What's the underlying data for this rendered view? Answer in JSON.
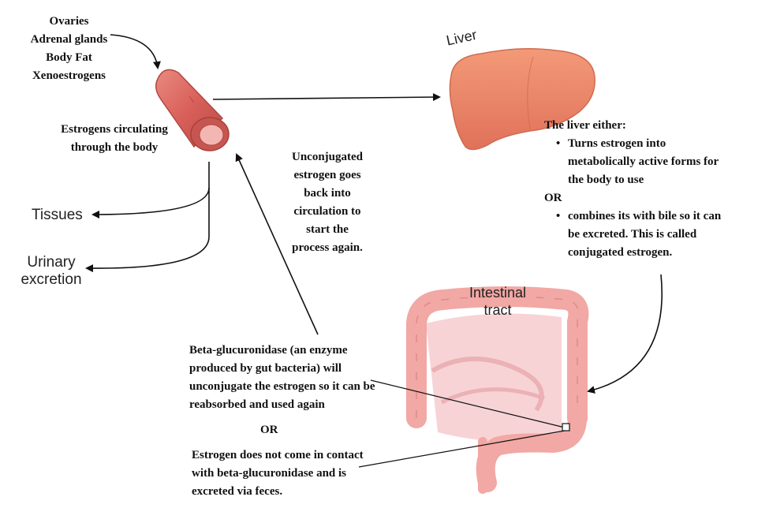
{
  "sources": [
    "Ovaries",
    "Adrenal glands",
    "Body Fat",
    "Xenoestrogens"
  ],
  "circulating_label": [
    "Estrogens circulating",
    "through the body"
  ],
  "tissues_label": "Tissues",
  "urinary_label": [
    "Urinary",
    "excretion"
  ],
  "liver_label": "Liver",
  "liver_info": {
    "heading": "The liver either:",
    "option1": [
      "Turns estrogen into",
      "metabolically active forms for",
      "the body to use"
    ],
    "or": "OR",
    "option2": [
      "combines its with bile so it can",
      "be excreted. This is called",
      "conjugated estrogen."
    ]
  },
  "unconjugated_label": [
    "Unconjugated",
    "estrogen goes",
    "back into",
    "circulation to",
    "start the",
    "process again."
  ],
  "intestinal_label": [
    "Intestinal",
    "tract"
  ],
  "beta_label": [
    "Beta-glucuronidase (an enzyme",
    "produced by gut bacteria) will",
    "unconjugate the estrogen so it can be",
    "reabsorbed and used again"
  ],
  "or_label": "OR",
  "feces_label": [
    "Estrogen does not come in contact",
    "with beta-glucuronidase and is",
    "excreted via feces."
  ],
  "colors": {
    "vessel": "#d9605a",
    "vessel_dark": "#a8403c",
    "liver": "#ec8463",
    "liver_dark": "#d06b4f",
    "intestine": "#f2a8a4",
    "intestine_dark": "#e08c89",
    "intestine_inner": "#f7d3d6"
  }
}
